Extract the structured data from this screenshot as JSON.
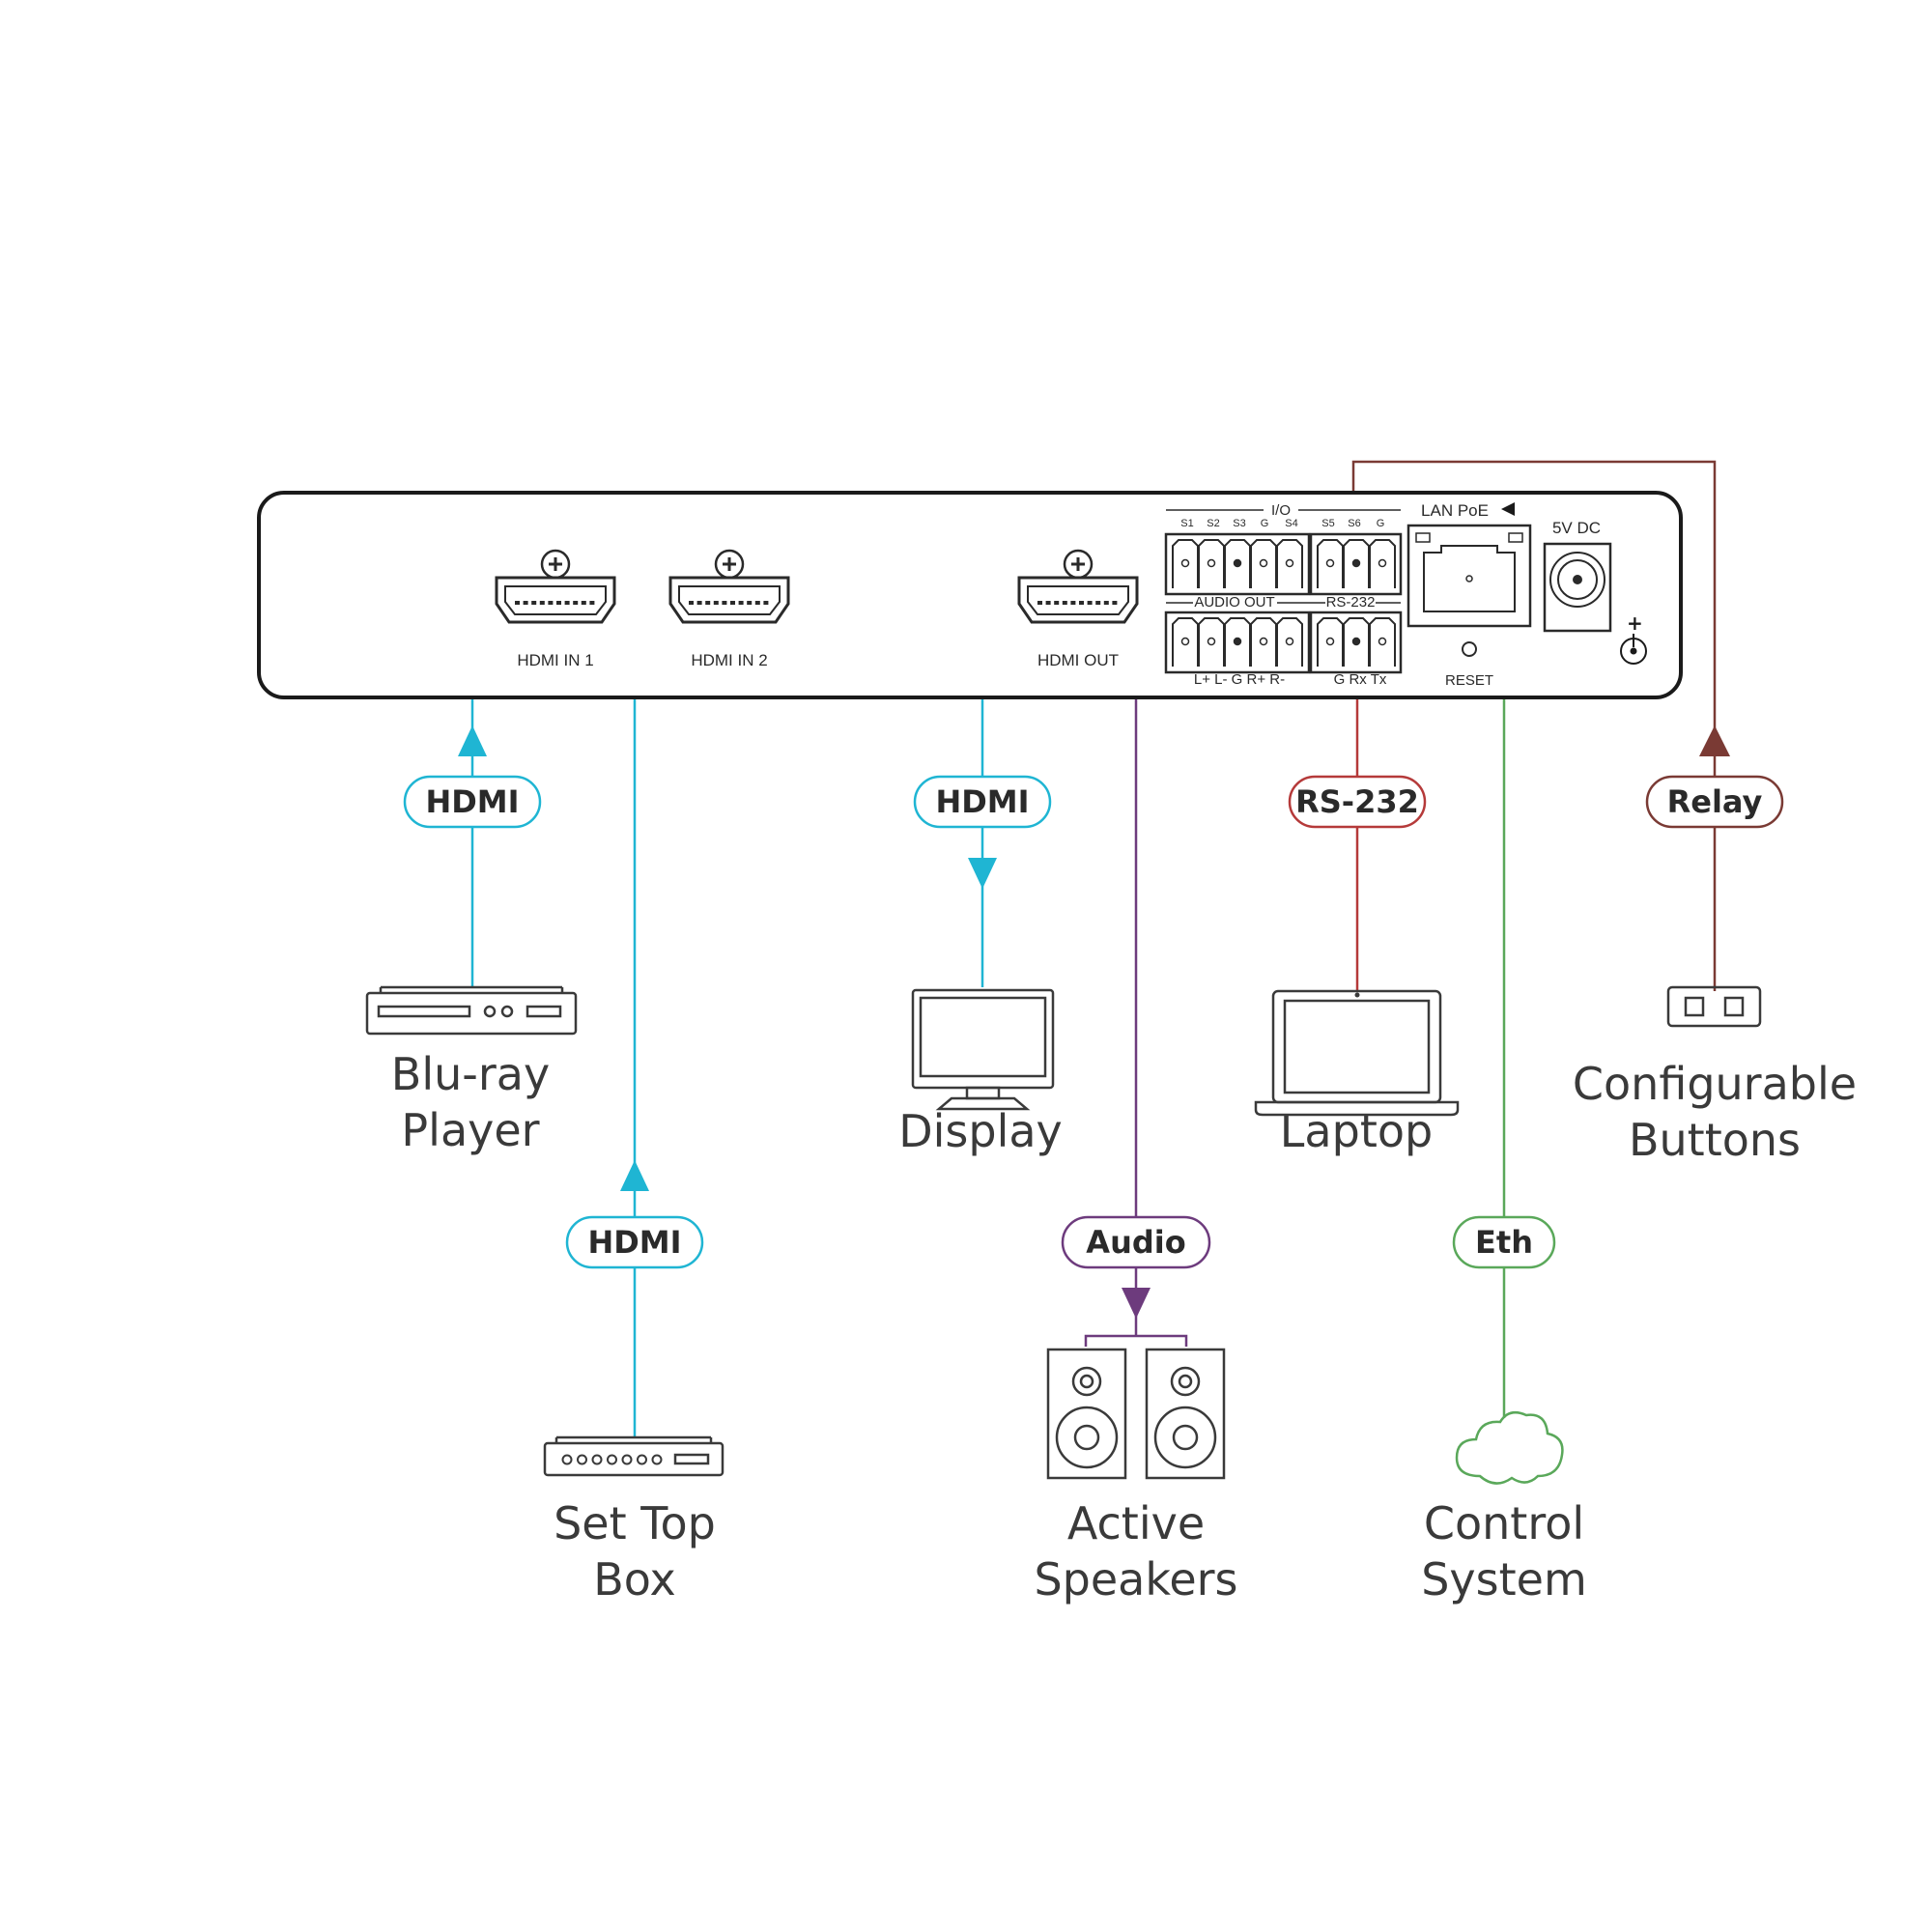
{
  "panel": {
    "hdmi_in1": "HDMI  IN 1",
    "hdmi_in2": "HDMI  IN 2",
    "hdmi_out": "HDMI  OUT",
    "io_title": "I/O",
    "io_pins": [
      "S1",
      "S2",
      "S3",
      "G",
      "S4",
      "S5",
      "S6",
      "G"
    ],
    "audio_out": "AUDIO OUT",
    "rs232": "RS-232",
    "audio_pins": "L+  L-  G  R+  R-",
    "rs232_pins": "G  Rx  Tx",
    "lan": "LAN PoE",
    "reset": "RESET",
    "dc": "5V DC",
    "plus": "+"
  },
  "colors": {
    "hdmi": "#1fb5d3",
    "audio": "#6d3b7d",
    "rs232": "#b53a3a",
    "eth": "#5aa85a",
    "relay": "#7a3a34"
  },
  "connections": {
    "hdmi_in1": "HDMI",
    "hdmi_in2": "HDMI",
    "hdmi_out": "HDMI",
    "audio": "Audio",
    "rs232": "RS-232",
    "eth": "Eth",
    "relay": "Relay"
  },
  "devices": {
    "bluray": [
      "Blu-ray",
      "Player"
    ],
    "settop": [
      "Set Top",
      "Box"
    ],
    "display": [
      "Display"
    ],
    "speakers": [
      "Active",
      "Speakers"
    ],
    "laptop": [
      "Laptop"
    ],
    "control": [
      "Control",
      "System"
    ],
    "buttons": [
      "Configurable",
      "Buttons"
    ]
  }
}
